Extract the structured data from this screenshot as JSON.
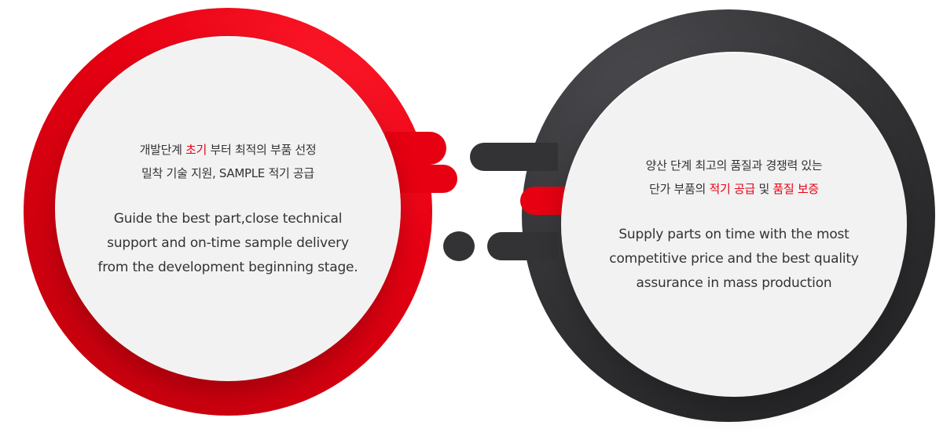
{
  "left": {
    "ko_line1_pre": "개발단계 ",
    "ko_line1_hl": "초기",
    "ko_line1_post": " 부터 최적의 부품 선정",
    "ko_line2": "밀착 기술 지원,  SAMPLE 적기 공급",
    "en_lines": [
      "Guide the best part,close technical",
      "support and on-time sample delivery",
      "from the development beginning stage."
    ]
  },
  "right": {
    "ko_line1": "양산 단계 최고의 품질과 경쟁력 있는",
    "ko_line2_pre": "단가 부품의 ",
    "ko_line2_hl1": "적기 공급",
    "ko_line2_mid": " 및 ",
    "ko_line2_hl2": "품질 보증",
    "en_lines": [
      "Supply parts on time with the most",
      "competitive price and the best quality",
      "assurance in mass production"
    ]
  },
  "colors": {
    "accent_red": "#e60012",
    "dark": "#333336",
    "inner": "#f2f2f2",
    "text": "#333333"
  }
}
